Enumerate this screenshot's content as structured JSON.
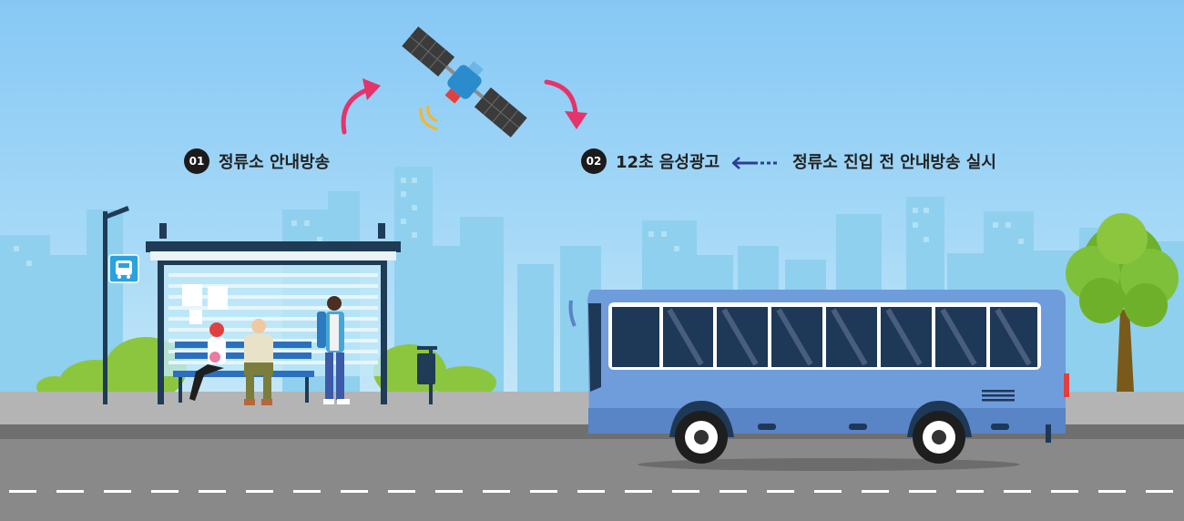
{
  "step1": {
    "number": "01",
    "text": "정류소 안내방송"
  },
  "step2": {
    "number": "02",
    "text": "12초 음성광고",
    "source_text": "정류소 진입 전 안내방송 실시"
  },
  "colors": {
    "sky": "#86c8f5",
    "buildings": "#8fd0ee",
    "accent_arrow": "#e6336a",
    "dark_arrow": "#2d3d97",
    "bus_body": "#6f9ddc",
    "road": "#898989",
    "sidewalk": "#b4b4b4",
    "grass": "#8cc63e"
  },
  "icons": {
    "satellite": "satellite-icon",
    "bus_sign": "bus-icon",
    "left_arrow": "arrow-left-icon"
  }
}
